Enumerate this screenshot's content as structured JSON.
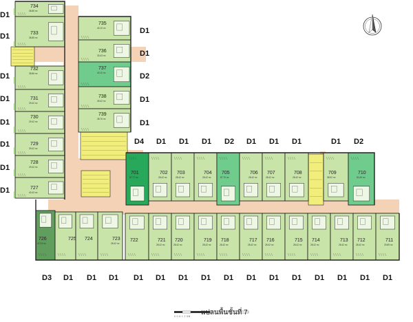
{
  "caption": "แปลนพื้นชั้นที่ 7",
  "scale_text": "0  0.5  1      2                    5M",
  "colors": {
    "d1": "#c9e4a8",
    "d2": "#6fcc8c",
    "d3": "#5f9e5c",
    "d4": "#27a85a",
    "corridor": "#f4d2b6",
    "core": "#f2ee7c",
    "wall": "#222222",
    "wet": "#eef6e4"
  },
  "units": [
    {
      "num": "734",
      "area": "36.85 m²",
      "type": "D1"
    },
    {
      "num": "733",
      "area": "36.85 m²",
      "type": "D1"
    },
    {
      "num": "732",
      "area": "35.86 m²",
      "type": "D1"
    },
    {
      "num": "731",
      "area": "29.42 m²",
      "type": "D1"
    },
    {
      "num": "730",
      "area": "29.42 m²",
      "type": "D1"
    },
    {
      "num": "729",
      "area": "29.42 m²",
      "type": "D1"
    },
    {
      "num": "728",
      "area": "29.42 m²",
      "type": "D1"
    },
    {
      "num": "727",
      "area": "40.43 m²",
      "type": "D1"
    },
    {
      "num": "735",
      "area": "40.10 m²",
      "type": "D1"
    },
    {
      "num": "736",
      "area": "33.43 m²",
      "type": "D1"
    },
    {
      "num": "737",
      "area": "40.10 m²",
      "type": "D2"
    },
    {
      "num": "738",
      "area": "39.42 m²",
      "type": "D1"
    },
    {
      "num": "739",
      "area": "38.76 m²",
      "type": "D1"
    },
    {
      "num": "701",
      "area": "57.77 m²",
      "type": "D4"
    },
    {
      "num": "702",
      "area": "28.42 m²",
      "type": "D1"
    },
    {
      "num": "703",
      "area": "28.42 m²",
      "type": "D1"
    },
    {
      "num": "704",
      "area": "28.42 m²",
      "type": "D1"
    },
    {
      "num": "705",
      "area": "57.70 m²",
      "type": "D2"
    },
    {
      "num": "706",
      "area": "28.42 m²",
      "type": "D1"
    },
    {
      "num": "707",
      "area": "28.42 m²",
      "type": "D1"
    },
    {
      "num": "708",
      "area": "28.42 m²",
      "type": "D1"
    },
    {
      "num": "709",
      "area": "38.92 m²",
      "type": "D1"
    },
    {
      "num": "710",
      "area": "51.83 m²",
      "type": "D2"
    },
    {
      "num": "726",
      "area": "47.03 m²",
      "type": "D3"
    },
    {
      "num": "725",
      "area": "",
      "type": "D1"
    },
    {
      "num": "724",
      "area": "",
      "type": "D1"
    },
    {
      "num": "723",
      "area": "28.42 m²",
      "type": "D1"
    },
    {
      "num": "722",
      "area": "",
      "type": "D1"
    },
    {
      "num": "721",
      "area": "28.42 m²",
      "type": "D1"
    },
    {
      "num": "720",
      "area": "28.42 m²",
      "type": "D1"
    },
    {
      "num": "719",
      "area": "28.42 m²",
      "type": "D1"
    },
    {
      "num": "718",
      "area": "28.42 m²",
      "type": "D1"
    },
    {
      "num": "717",
      "area": "28.42 m²",
      "type": "D1"
    },
    {
      "num": "716",
      "area": "28.42 m²",
      "type": "D1"
    },
    {
      "num": "715",
      "area": "28.42 m²",
      "type": "D1"
    },
    {
      "num": "714",
      "area": "28.42 m²",
      "type": "D1"
    },
    {
      "num": "713",
      "area": "28.42 m²",
      "type": "D1"
    },
    {
      "num": "712",
      "area": "28.42 m²",
      "type": "D1"
    },
    {
      "num": "711",
      "area": "29.89 m²",
      "type": "D1"
    }
  ],
  "type_labels": {
    "left": [
      "D1",
      "D1",
      "D1",
      "D1",
      "D1",
      "D1",
      "D1",
      "D1",
      "D1"
    ],
    "mid": [
      "D1",
      "D1",
      "D2",
      "D1",
      "D1"
    ],
    "top": [
      "D4",
      "D1",
      "D1",
      "D1",
      "D2",
      "D1",
      "D1",
      "D1",
      "D1",
      "D2"
    ],
    "bottom": [
      "D3",
      "D1",
      "D1",
      "D1",
      "D1",
      "D1",
      "D1",
      "D1",
      "D1",
      "D1",
      "D1",
      "D1",
      "D1",
      "D1",
      "D1",
      "D1"
    ]
  }
}
